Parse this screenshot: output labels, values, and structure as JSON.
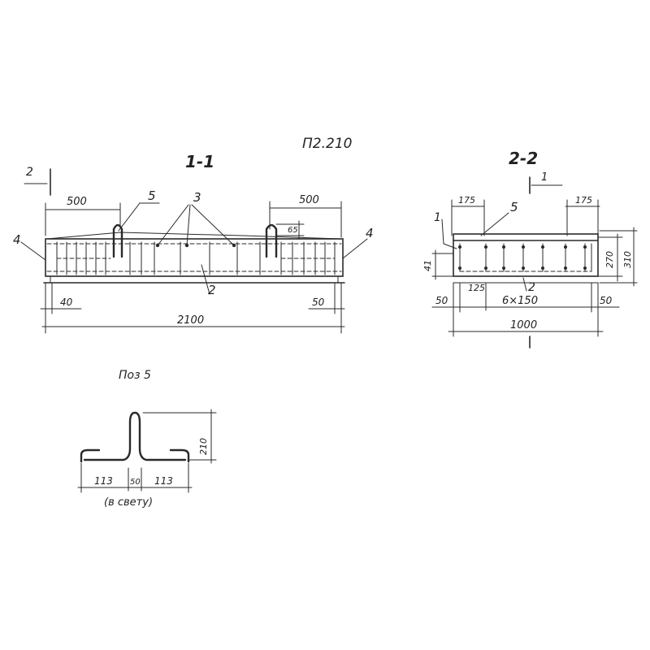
{
  "sheet_code": "П2.210",
  "section_1": {
    "title": "1-1",
    "cut_mark": "2",
    "dim_left_top": "500",
    "dim_right_top": "500",
    "dim_left_bottom": "40",
    "dim_right_bottom": "50",
    "dim_total": "2100",
    "lift_hook_height": "65",
    "callouts": [
      "5",
      "3",
      "4",
      "4",
      "2"
    ]
  },
  "section_2": {
    "title": "2-2",
    "cut_mark": "1",
    "dim_left_top": "175",
    "dim_right_top": "175",
    "dim_height_inner": "270",
    "dim_height_total": "310",
    "dim_left_side": "41",
    "dim_bottom_left": "50",
    "dim_bottom_right": "50",
    "dim_spacing_first": "125",
    "dim_spacing": "6×150",
    "dim_total": "1000",
    "callouts": [
      "1",
      "5",
      "2"
    ]
  },
  "detail": {
    "title": "Поз 5",
    "dim_height": "210",
    "dim_left": "113",
    "dim_mid": "50",
    "dim_right": "113",
    "note": "(в свету)"
  }
}
